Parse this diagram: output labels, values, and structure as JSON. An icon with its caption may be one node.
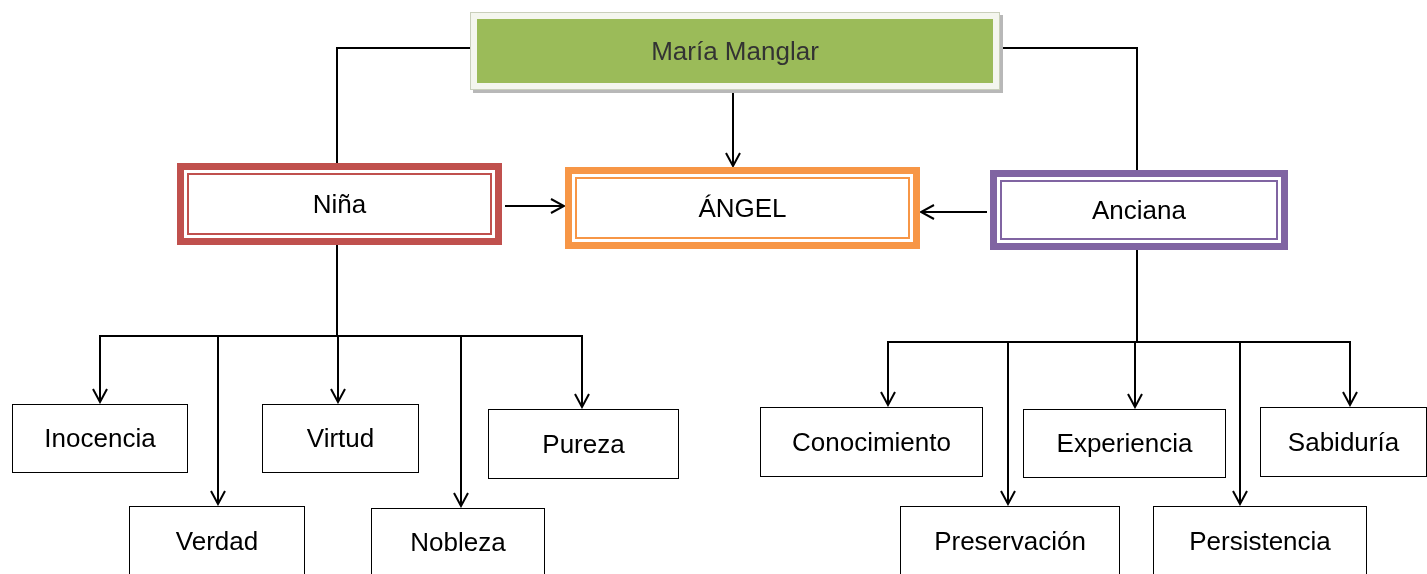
{
  "diagram": {
    "nodes": [
      {
        "text": [
          "María Manglar"
        ]
      },
      {
        "text": [
          "Niña"
        ]
      },
      {
        "text": [
          "ÁNGEL"
        ]
      },
      {
        "text": [
          "Anciana"
        ]
      },
      {
        "text": [
          "Inocencia"
        ]
      },
      {
        "text": [
          "Virtud"
        ]
      },
      {
        "text": [
          "Pureza"
        ]
      },
      {
        "text": [
          "Verdad"
        ]
      },
      {
        "text": [
          "Nobleza"
        ]
      },
      {
        "text": [
          "Conocimiento"
        ]
      },
      {
        "text": [
          "Experiencia"
        ]
      },
      {
        "text": [
          "Sabiduría"
        ]
      },
      {
        "text": [
          "Preservación"
        ]
      },
      {
        "text": [
          "Persistencia"
        ]
      }
    ],
    "edges": [
      {
        "from": 0,
        "to": 1,
        "arrow": "none"
      },
      {
        "from": 0,
        "to": 2,
        "arrow": "to"
      },
      {
        "from": 0,
        "to": 3,
        "arrow": "none"
      },
      {
        "from": 1,
        "to": 2,
        "arrow": "to"
      },
      {
        "from": 3,
        "to": 2,
        "arrow": "to"
      },
      {
        "from": 1,
        "to": 4,
        "arrow": "to"
      },
      {
        "from": 1,
        "to": 7,
        "arrow": "to"
      },
      {
        "from": 1,
        "to": 5,
        "arrow": "to"
      },
      {
        "from": 1,
        "to": 8,
        "arrow": "to"
      },
      {
        "from": 1,
        "to": 6,
        "arrow": "to"
      },
      {
        "from": 3,
        "to": 9,
        "arrow": "to"
      },
      {
        "from": 3,
        "to": 12,
        "arrow": "to"
      },
      {
        "from": 3,
        "to": 10,
        "arrow": "to"
      },
      {
        "from": 3,
        "to": 13,
        "arrow": "to"
      },
      {
        "from": 3,
        "to": 11,
        "arrow": "to"
      }
    ]
  }
}
